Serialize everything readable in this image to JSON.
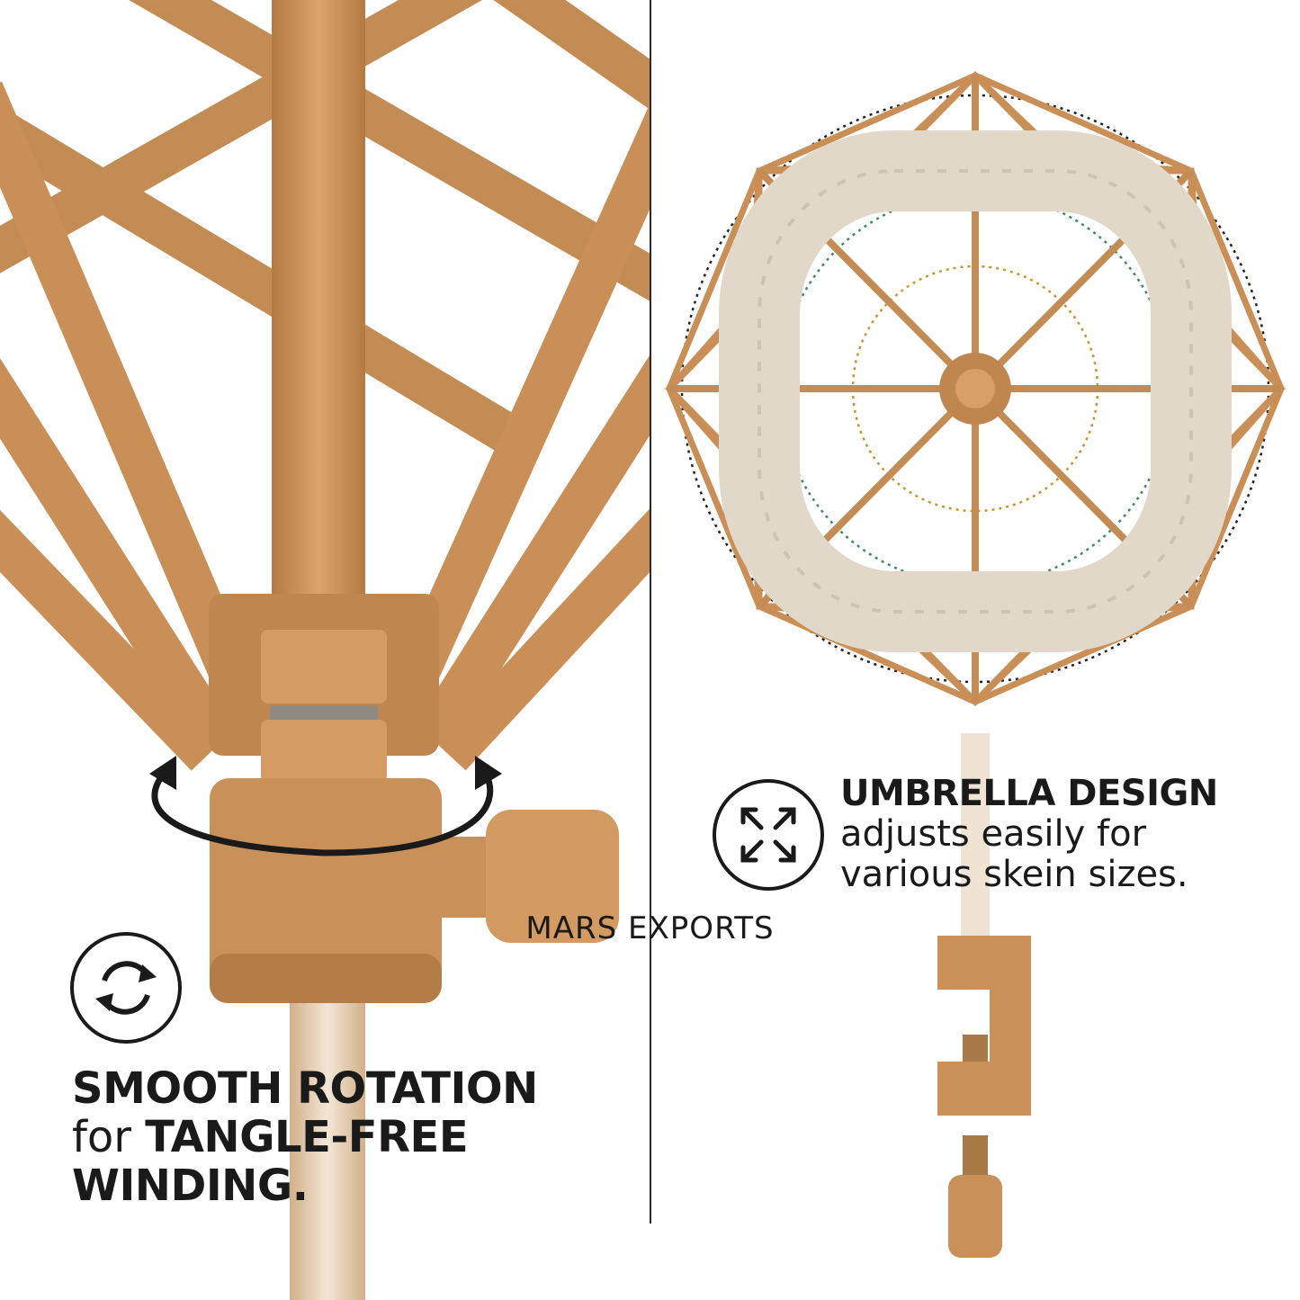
{
  "left_feature": {
    "icon": "rotate-arrows-icon",
    "line1": "SMOOTH ROTATION",
    "line2_prefix": "for ",
    "line2_bold": "TANGLE-FREE",
    "line3": "WINDING."
  },
  "right_feature": {
    "icon": "expand-arrows-icon",
    "title": "UMBRELLA DESIGN",
    "line2": "adjusts easily for",
    "line3": "various skein sizes."
  },
  "brand": "MARS EXPORTS",
  "colors": {
    "wood": "#c8925a",
    "wood_dark": "#a86f3a",
    "yarn": "#e6ddd0",
    "text": "#1a1a1a"
  }
}
